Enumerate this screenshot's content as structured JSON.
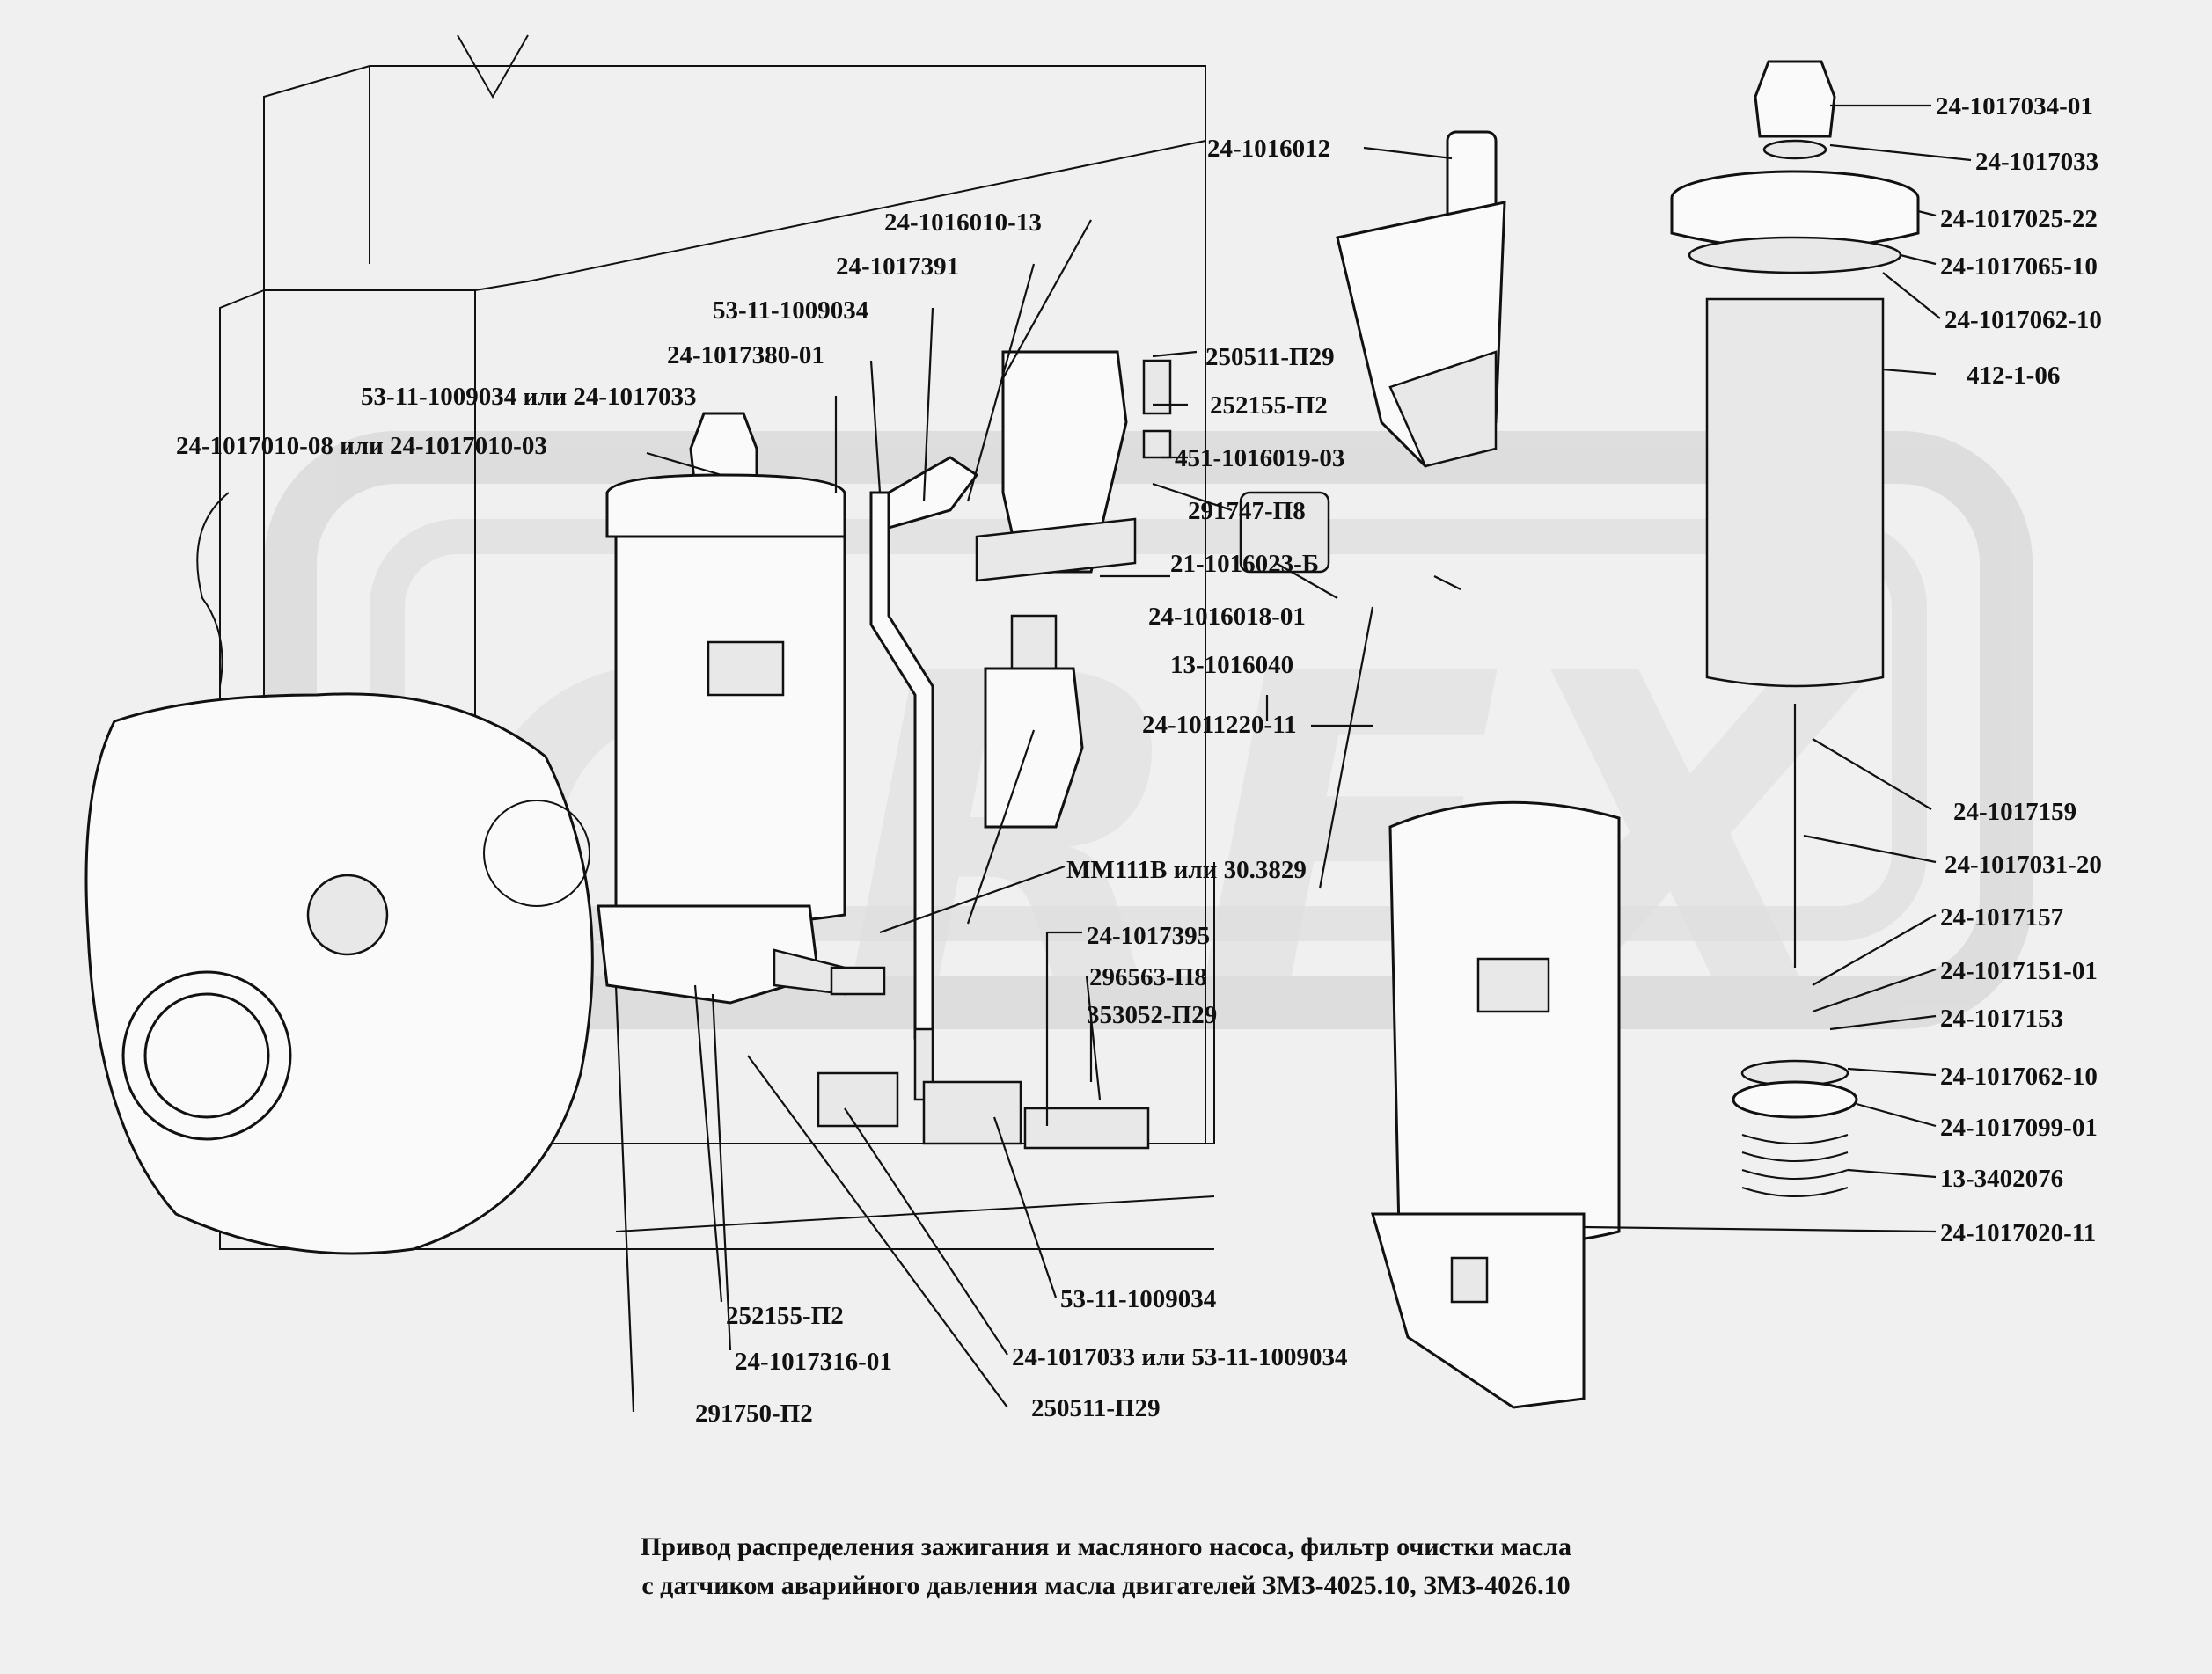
{
  "caption": {
    "line1": "Привод распределения зажигания и масляного насоса, фильтр очистки масла",
    "line2": "с датчиком аварийного давления масла двигателей ЗМЗ-4025.10, ЗМЗ-4026.10"
  },
  "watermark": {
    "text": "ORFX",
    "color": "#cfcfcf"
  },
  "labels": [
    "24-1016010-13",
    "24-1017391",
    "53-11-1009034",
    "24-1017380-01",
    "53-11-1009034 или 24-1017033",
    "24-1017010-08 или 24-1017010-03",
    "24-1016012",
    "250511-П29",
    "252155-П2",
    "451-1016019-03",
    "291747-П8",
    "21-1016023-Б",
    "24-1016018-01",
    "13-1016040",
    "24-1011220-11",
    "ММ111В или 30.3829",
    "24-1017395",
    "296563-П8",
    "353052-П29",
    "53-11-1009034",
    "252155-П2",
    "24-1017316-01",
    "24-1017033 или 53-11-1009034",
    "291750-П2",
    "250511-П29",
    "24-1017034-01",
    "24-1017033",
    "24-1017025-22",
    "24-1017065-10",
    "24-1017062-10",
    "412-1-06",
    "24-1017159",
    "24-1017031-20",
    "24-1017157",
    "24-1017151-01",
    "24-1017153",
    "24-1017062-10",
    "24-1017099-01",
    "13-3402076",
    "24-1017020-11"
  ]
}
